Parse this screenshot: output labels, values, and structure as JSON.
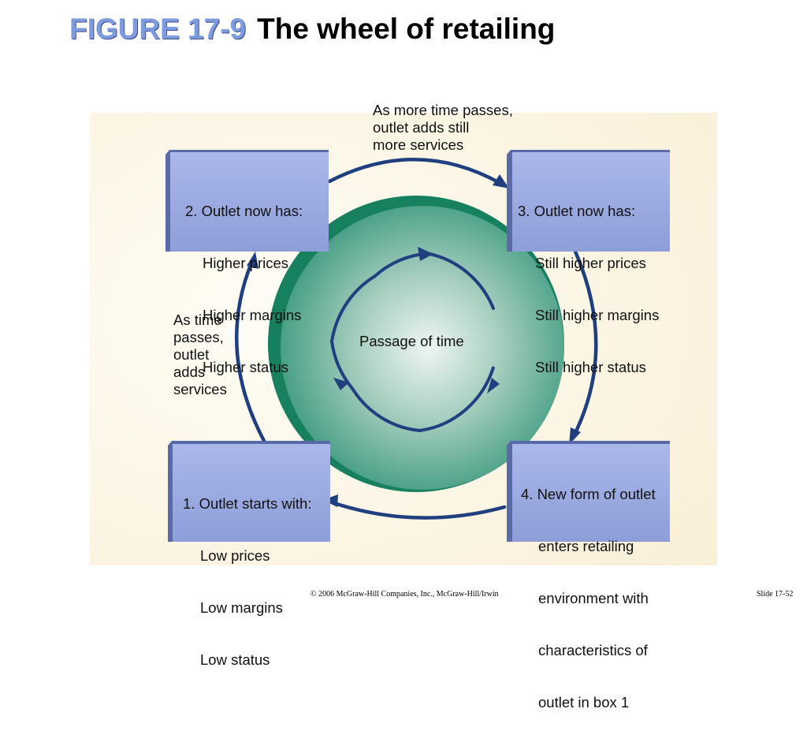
{
  "title": {
    "figure_label": "FIGURE 17-9",
    "text": "The wheel of retailing"
  },
  "diagram": {
    "center_label": "Passage of time",
    "top_caption": [
      "As more time passes,",
      "outlet adds still",
      "more services"
    ],
    "left_caption": [
      "As time",
      "passes,",
      "outlet",
      "adds",
      "services"
    ],
    "boxes": [
      {
        "heading": "1. Outlet starts with:",
        "lines": [
          "Low prices",
          "Low margins",
          "Low status"
        ]
      },
      {
        "heading": "2. Outlet now has:",
        "lines": [
          "Higher prices",
          "Higher margins",
          "Higher status"
        ]
      },
      {
        "heading": "3. Outlet now has:",
        "lines": [
          "Still higher prices",
          "Still higher margins",
          "Still higher status"
        ]
      },
      {
        "heading": "4. New form of outlet",
        "lines": [
          "enters retailing",
          "environment with",
          "characteristics of",
          "outlet in box 1"
        ]
      }
    ]
  },
  "colors": {
    "arrow": "#1f3f7f",
    "box_fill": "#98a8e0",
    "circle": "#3e9a80",
    "background": "#fbf4e1",
    "figure_label": "#7f9be0"
  },
  "footer": {
    "copyright": "© 2006 McGraw-Hill Companies, Inc., McGraw-Hill/Irwin",
    "slide": "Slide 17-52"
  }
}
